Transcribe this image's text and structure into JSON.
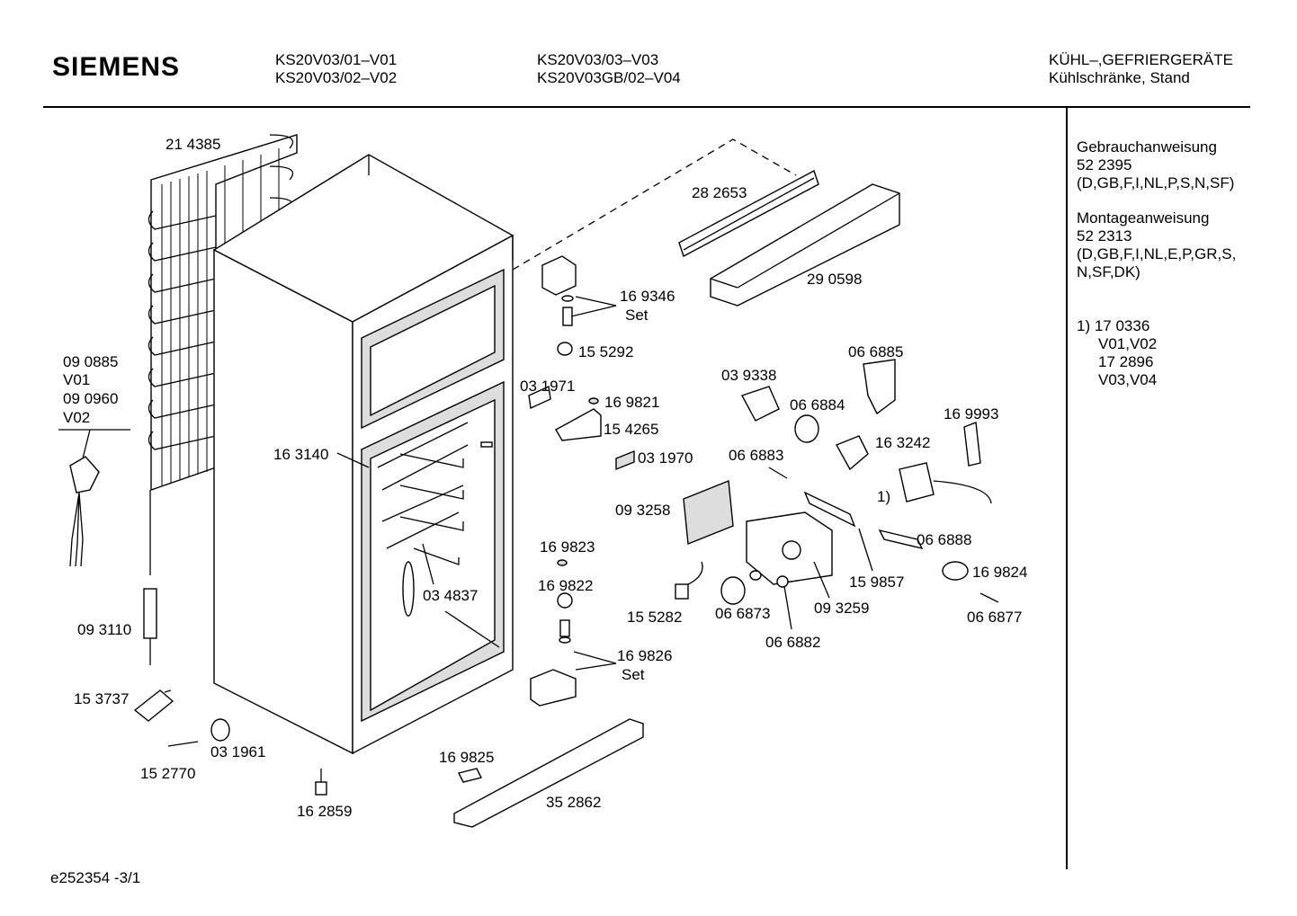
{
  "header": {
    "brand": "SIEMENS",
    "models_col1": [
      "KS20V03/01–V01",
      "KS20V03/02–V02"
    ],
    "models_col2": [
      "KS20V03/03–V03",
      "KS20V03GB/02–V04"
    ],
    "category": [
      "KÜHL–,GEFRIERGERÄTE",
      "Kühlschränke, Stand"
    ]
  },
  "sidebar": {
    "manual_user": [
      "Gebrauchanweisung",
      "52 2395",
      "(D,GB,F,I,NL,P,S,N,SF)"
    ],
    "manual_mount": [
      "Montageanweisung",
      "52 2313",
      "(D,GB,F,I,NL,E,P,GR,S,",
      "N,SF,DK)"
    ],
    "note": [
      "1) 17 0336",
      "V01,V02",
      "17 2896",
      "V03,V04"
    ]
  },
  "footer": "e252354   -3/1",
  "parts": {
    "p214385": "21 4385",
    "p090885": "09 0885",
    "v01": "V01",
    "p090960": "09 0960",
    "v02": "V02",
    "p093110": "09 3110",
    "p153737": "15 3737",
    "p152770": "15 2770",
    "p031961": "03 1961",
    "p162859": "16 2859",
    "p163140": "16 3140",
    "p034837": "03 4837",
    "p282653": "28 2653",
    "p290598": "29 0598",
    "p169346": "16 9346",
    "set1": "Set",
    "p155292": "15 5292",
    "p031971": "03 1971",
    "p169821": "16 9821",
    "p154265": "15 4265",
    "p031970": "03 1970",
    "p039338": "03 9338",
    "p066885": "06 6885",
    "p066884": "06 6884",
    "p169993": "16 9993",
    "p163242": "16 3242",
    "p066883": "06 6883",
    "note1": "1)",
    "p093258": "09 3258",
    "p066888": "06 6888",
    "p169823": "16 9823",
    "p169822": "16 9822",
    "p155282": "15 5282",
    "p066873": "06 6873",
    "p093259": "09 3259",
    "p159857": "15 9857",
    "p169824": "16 9824",
    "p066882": "06 6882",
    "p066877": "06 6877",
    "p169826": "16 9826",
    "set2": "Set",
    "p169825": "16 9825",
    "p352862": "35 2862"
  }
}
